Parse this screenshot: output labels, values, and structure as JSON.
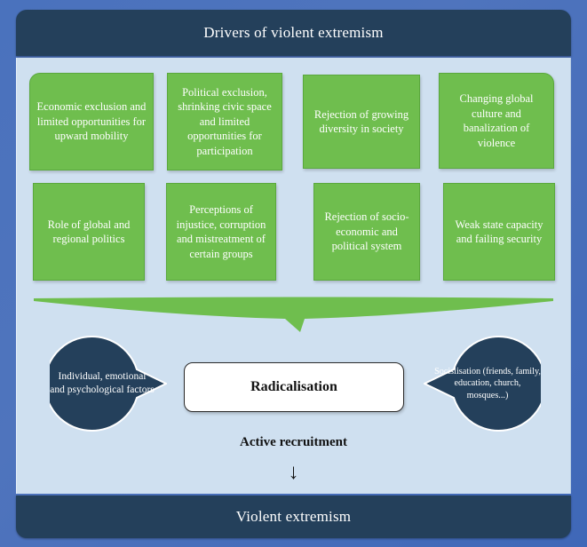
{
  "header": {
    "title": "Drivers of violent extremism"
  },
  "footer": {
    "title": "Violent extremism"
  },
  "drivers": {
    "row1": [
      {
        "label": "Economic exclusion and limited opportunities for upward mobility"
      },
      {
        "label": "Political exclusion, shrinking civic space and limited opportunities for participation"
      },
      {
        "label": "Rejection of growing diversity in society"
      },
      {
        "label": "Changing global culture and banalization of violence"
      }
    ],
    "row2": [
      {
        "label": "Role of global and regional politics"
      },
      {
        "label": "Perceptions of injustice, corruption and mistreatment of certain groups"
      },
      {
        "label": "Rejection of socio-economic and political system"
      },
      {
        "label": "Weak state capacity and failing security"
      }
    ]
  },
  "middle": {
    "left_callout": "Individual, emotional and psychological factors",
    "center_box": "Radicalisation",
    "right_callout": "Socislisation (friends, family, education, church, mosques...)"
  },
  "bottom": {
    "recruitment_label": "Active recruitment",
    "arrow_glyph": "↓"
  },
  "colors": {
    "outer_border": "#4a72bd",
    "bar": "#24405b",
    "panel": "#cfe0f0",
    "green": "#6fbe4e",
    "navy": "#24405b",
    "white": "#ffffff"
  }
}
